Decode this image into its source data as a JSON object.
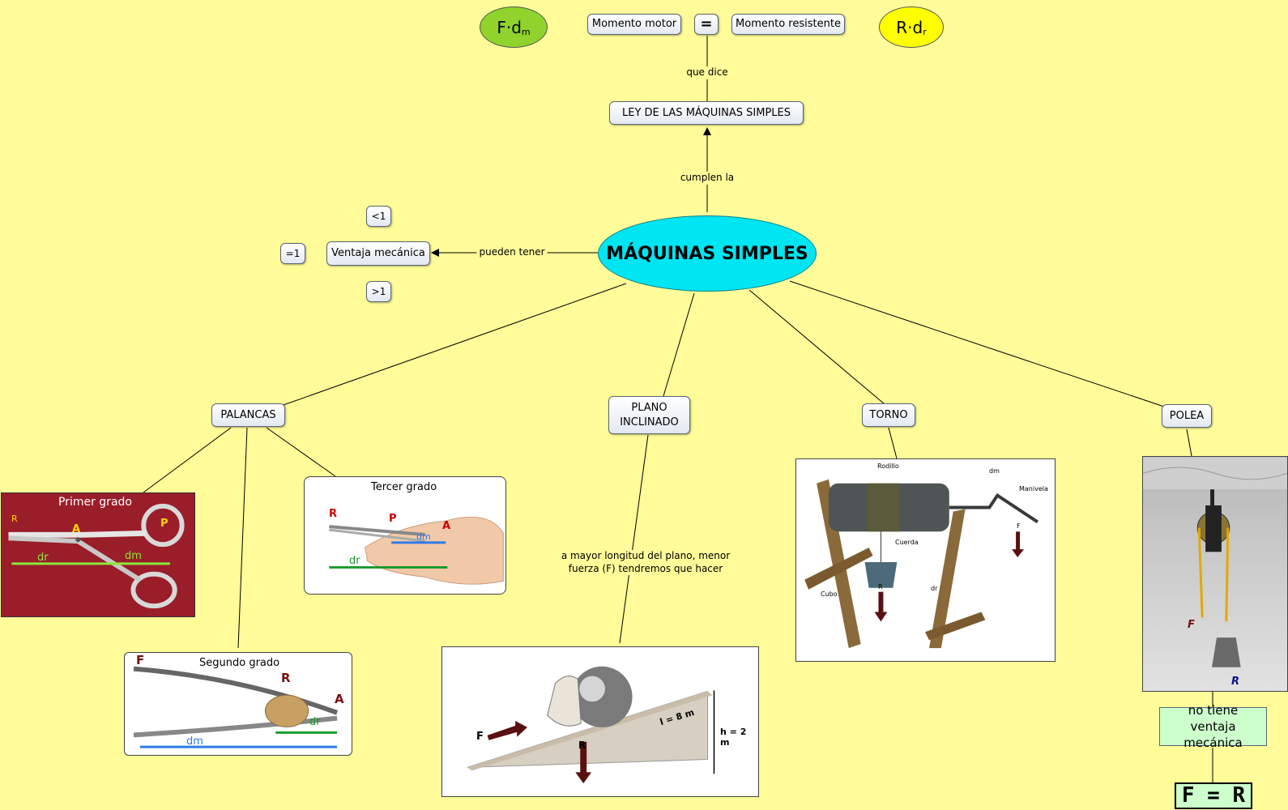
{
  "top": {
    "motor_formula": "F·d",
    "motor_sub": "m",
    "momento_motor": "Momento motor",
    "equals": "=",
    "momento_resistente": "Momento resistente",
    "resist_formula": "R·d",
    "resist_sub": "r"
  },
  "links": {
    "que_dice": "que dice",
    "cumplen_la": "cumplen la",
    "pueden_tener": "pueden tener",
    "plano_desc_1": "a mayor longitud del plano, menor",
    "plano_desc_2": "fuerza (F) tendremos que hacer"
  },
  "ley": "LEY DE LAS MÁQUINAS SIMPLES",
  "central": "MÁQUINAS SIMPLES",
  "ventaja": {
    "label": "Ventaja mecánica",
    "lt1": "<1",
    "eq1": "=1",
    "gt1": ">1"
  },
  "machines": {
    "palancas": "PALANCAS",
    "plano_1": "PLANO",
    "plano_2": "INCLINADO",
    "torno": "TORNO",
    "polea": "POLEA"
  },
  "palancas_imgs": {
    "primer": {
      "title": "Primer grado",
      "R": "R",
      "A": "A",
      "P": "P",
      "dr": "dr",
      "dm": "dm"
    },
    "tercer": {
      "title": "Tercer grado",
      "R": "R",
      "P": "P",
      "A": "A",
      "dm": "dm",
      "dr": "dr"
    },
    "segundo": {
      "title": "Segundo grado",
      "F": "F",
      "R": "R",
      "A": "A",
      "dr": "dr",
      "dm": "dm"
    }
  },
  "plano_img": {
    "F": "F",
    "R": "R",
    "l": "l = 8 m",
    "h": "h = 2 m"
  },
  "torno_img": {
    "rodillo": "Rodillo",
    "manivela": "Manivela",
    "cuerda": "Cuerda",
    "cubo": "Cubo",
    "dm": "dm",
    "dr": "dr",
    "F": "F",
    "R": "R"
  },
  "polea_img": {
    "F": "F",
    "R": "R"
  },
  "polea_note_1": "no tiene",
  "polea_note_2": "ventaja mecánica",
  "f_eq_r": "F = R",
  "colors": {
    "background": "#fffc99",
    "central": "#00e5f2",
    "motor": "#8fd32c",
    "resist": "#ffff00",
    "note": "#ccffcc"
  }
}
